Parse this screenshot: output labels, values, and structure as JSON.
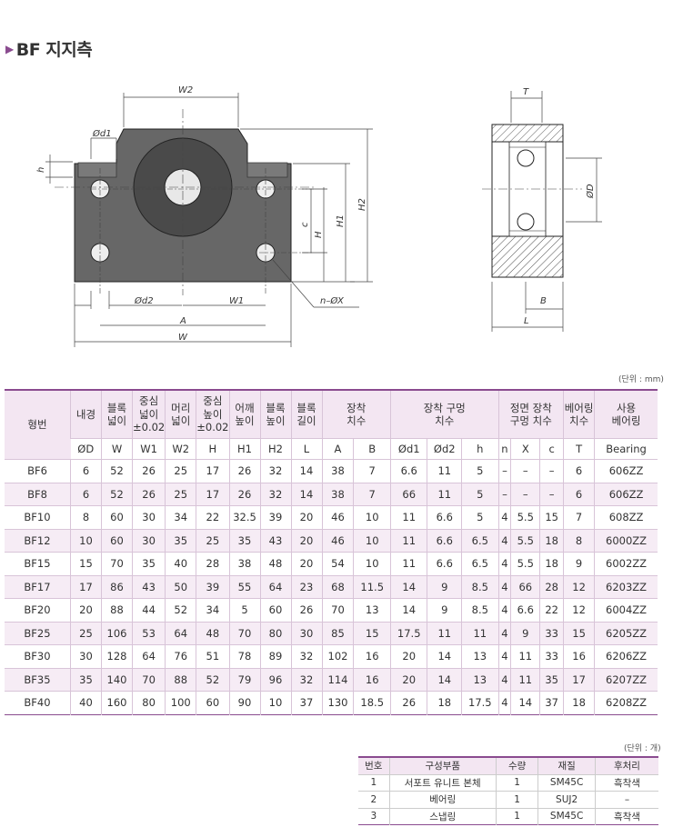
{
  "title": "BF 지지측",
  "drawing": {
    "labels": {
      "w2": "W2",
      "d1": "Ød1",
      "h": "h",
      "c": "c",
      "H": "H",
      "H1": "H1",
      "H2": "H2",
      "d2": "Ød2",
      "w1": "W1",
      "nx": "n–ØX",
      "A": "A",
      "W": "W",
      "T": "T",
      "D": "ØD",
      "B": "B",
      "L": "L"
    }
  },
  "spec_table": {
    "unit": "(단위 : mm)",
    "header_main": [
      "형번",
      "내경",
      "블록 넓이",
      "중심 넓이 ±0.02",
      "머리 넓이",
      "중심 높이 ±0.02",
      "어깨 높이",
      "블록 높이",
      "블록 길이",
      "장착 치수",
      "장착 구멍 치수",
      "정면 장착 구멍 치수",
      "베어링 치수",
      "사용 베어링"
    ],
    "header_sub": [
      "ØD",
      "W",
      "W1",
      "W2",
      "H",
      "H1",
      "H2",
      "L",
      "A",
      "B",
      "Ød1",
      "Ød2",
      "h",
      "n",
      "X",
      "c",
      "T",
      "Bearing"
    ],
    "rows": [
      [
        "BF6",
        "6",
        "52",
        "26",
        "25",
        "17",
        "26",
        "32",
        "14",
        "38",
        "7",
        "6.6",
        "11",
        "5",
        "–",
        "–",
        "–",
        "6",
        "606ZZ"
      ],
      [
        "BF8",
        "6",
        "52",
        "26",
        "25",
        "17",
        "26",
        "32",
        "14",
        "38",
        "7",
        "66",
        "11",
        "5",
        "–",
        "–",
        "–",
        "6",
        "606ZZ"
      ],
      [
        "BF10",
        "8",
        "60",
        "30",
        "34",
        "22",
        "32.5",
        "39",
        "20",
        "46",
        "10",
        "11",
        "6.6",
        "5",
        "4",
        "5.5",
        "15",
        "7",
        "608ZZ"
      ],
      [
        "BF12",
        "10",
        "60",
        "30",
        "35",
        "25",
        "35",
        "43",
        "20",
        "46",
        "10",
        "11",
        "6.6",
        "6.5",
        "4",
        "5.5",
        "18",
        "8",
        "6000ZZ"
      ],
      [
        "BF15",
        "15",
        "70",
        "35",
        "40",
        "28",
        "38",
        "48",
        "20",
        "54",
        "10",
        "11",
        "6.6",
        "6.5",
        "4",
        "5.5",
        "18",
        "9",
        "6002ZZ"
      ],
      [
        "BF17",
        "17",
        "86",
        "43",
        "50",
        "39",
        "55",
        "64",
        "23",
        "68",
        "11.5",
        "14",
        "9",
        "8.5",
        "4",
        "66",
        "28",
        "12",
        "6203ZZ"
      ],
      [
        "BF20",
        "20",
        "88",
        "44",
        "52",
        "34",
        "5",
        "60",
        "26",
        "70",
        "13",
        "14",
        "9",
        "8.5",
        "4",
        "6.6",
        "22",
        "12",
        "6004ZZ"
      ],
      [
        "BF25",
        "25",
        "106",
        "53",
        "64",
        "48",
        "70",
        "80",
        "30",
        "85",
        "15",
        "17.5",
        "11",
        "11",
        "4",
        "9",
        "33",
        "15",
        "6205ZZ"
      ],
      [
        "BF30",
        "30",
        "128",
        "64",
        "76",
        "51",
        "78",
        "89",
        "32",
        "102",
        "16",
        "20",
        "14",
        "13",
        "4",
        "11",
        "33",
        "16",
        "6206ZZ"
      ],
      [
        "BF35",
        "35",
        "140",
        "70",
        "88",
        "52",
        "79",
        "96",
        "32",
        "114",
        "16",
        "20",
        "14",
        "13",
        "4",
        "11",
        "35",
        "17",
        "6207ZZ"
      ],
      [
        "BF40",
        "40",
        "160",
        "80",
        "100",
        "60",
        "90",
        "10",
        "37",
        "130",
        "18.5",
        "26",
        "18",
        "17.5",
        "4",
        "14",
        "37",
        "18",
        "6208ZZ"
      ]
    ]
  },
  "parts_table": {
    "unit": "(단위 : 개)",
    "headers": [
      "번호",
      "구성부품",
      "수량",
      "재질",
      "후처리"
    ],
    "rows": [
      [
        "1",
        "서포트 유니트 본체",
        "1",
        "SM45C",
        "흑착색"
      ],
      [
        "2",
        "베어링",
        "1",
        "SUJ2",
        "–"
      ],
      [
        "3",
        "스냅링",
        "1",
        "SM45C",
        "흑착색"
      ]
    ]
  }
}
